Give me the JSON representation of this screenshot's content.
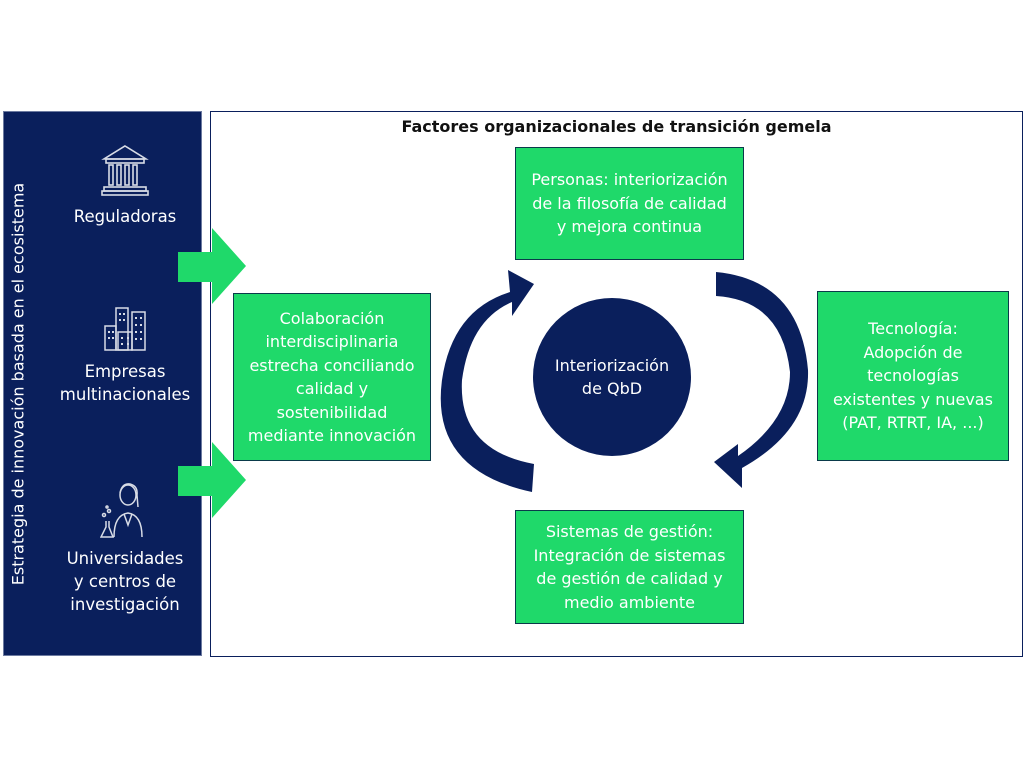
{
  "left_panel": {
    "vertical_title": "Estrategia de innovación basada en el ecosistema",
    "actors": [
      {
        "icon": "government-building-icon",
        "label_lines": [
          "Reguladoras"
        ]
      },
      {
        "icon": "office-buildings-icon",
        "label_lines": [
          "Empresas",
          "multinacionales"
        ]
      },
      {
        "icon": "scientist-icon",
        "label_lines": [
          "Universidades",
          "y centros de",
          "investigación"
        ]
      }
    ]
  },
  "main": {
    "title": "Factores organizacionales de transición gemela",
    "center": {
      "lines": [
        "Interiorización",
        "de QbD"
      ]
    },
    "boxes": {
      "top": {
        "lines": [
          "Personas: interiorización",
          "de la filosofía de calidad",
          "y mejora continua"
        ]
      },
      "left": {
        "lines": [
          "Colaboración",
          "interdisciplinaria",
          "estrecha conciliando",
          "calidad y",
          "sostenibilidad",
          "mediante innovación"
        ]
      },
      "right": {
        "lines": [
          "Tecnología:",
          "Adopción de",
          "tecnologías",
          "existentes y nuevas",
          "(PAT, RTRT, IA, ...)"
        ]
      },
      "bottom": {
        "lines": [
          "Sistemas de gestión:",
          "Integración de sistemas",
          "de gestión de calidad y",
          "medio ambiente"
        ]
      }
    }
  },
  "colors": {
    "navy": "#0a1f5c",
    "green": "#1fd96a"
  }
}
